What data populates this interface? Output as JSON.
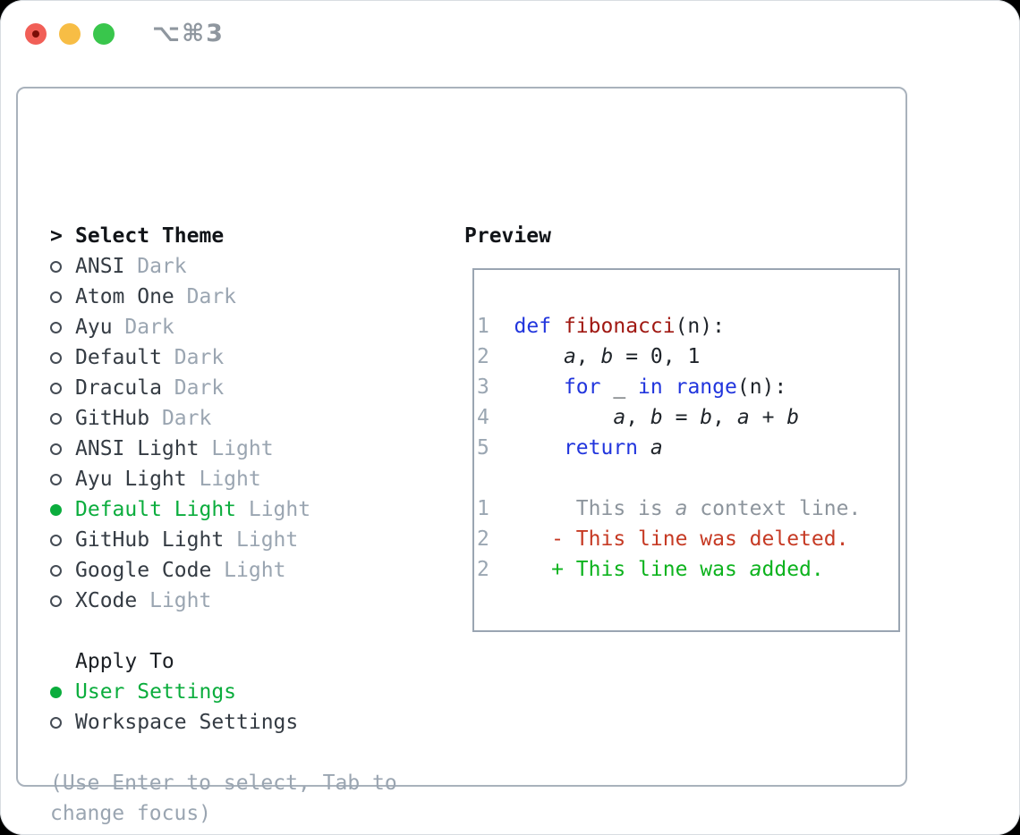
{
  "window": {
    "title": "⌥⌘3",
    "traffic_lights": [
      "close",
      "minimize",
      "zoom"
    ]
  },
  "colors": {
    "selection_green": "#0bad3d",
    "added_green": "#0db31e",
    "keyword_blue": "#2135dd",
    "function_red": "#a01812",
    "deleted_red": "#c63a24",
    "muted_gray": "#9aa5b1",
    "context_gray": "#8d959d",
    "text_dark": "#343b43",
    "panel_border": "#a9b2bc"
  },
  "theme_menu": {
    "prompt": ">",
    "header": "Select Theme",
    "items": [
      {
        "name": "ANSI",
        "variant": "Dark",
        "selected": false
      },
      {
        "name": "Atom One",
        "variant": "Dark",
        "selected": false
      },
      {
        "name": "Ayu",
        "variant": "Dark",
        "selected": false
      },
      {
        "name": "Default",
        "variant": "Dark",
        "selected": false
      },
      {
        "name": "Dracula",
        "variant": "Dark",
        "selected": false
      },
      {
        "name": "GitHub",
        "variant": "Dark",
        "selected": false
      },
      {
        "name": "ANSI Light",
        "variant": "Light",
        "selected": false
      },
      {
        "name": "Ayu Light",
        "variant": "Light",
        "selected": false
      },
      {
        "name": "Default Light",
        "variant": "Light",
        "selected": true
      },
      {
        "name": "GitHub Light",
        "variant": "Light",
        "selected": false
      },
      {
        "name": "Google Code",
        "variant": "Light",
        "selected": false
      },
      {
        "name": "XCode",
        "variant": "Light",
        "selected": false
      }
    ]
  },
  "apply_to": {
    "header": "Apply To",
    "options": [
      {
        "name": "User Settings",
        "selected": true
      },
      {
        "name": "Workspace Settings",
        "selected": false
      }
    ]
  },
  "hint": {
    "lines": [
      "(Use Enter to select, Tab to",
      "change focus)"
    ]
  },
  "preview": {
    "title": "Preview",
    "lines": [
      [
        {
          "t": "1  ",
          "s": "num"
        },
        {
          "t": "def",
          "s": "kw"
        },
        {
          "t": " ",
          "s": "code"
        },
        {
          "t": "fibonacci",
          "s": "fn"
        },
        {
          "t": "(n):",
          "s": "code"
        }
      ],
      [
        {
          "t": "2  ",
          "s": "num"
        },
        {
          "t": "    ",
          "s": "code"
        },
        {
          "t": "a",
          "s": "var"
        },
        {
          "t": ", ",
          "s": "code"
        },
        {
          "t": "b",
          "s": "var"
        },
        {
          "t": " = 0, 1",
          "s": "code"
        }
      ],
      [
        {
          "t": "3  ",
          "s": "num"
        },
        {
          "t": "    ",
          "s": "code"
        },
        {
          "t": "for",
          "s": "kw"
        },
        {
          "t": " _ ",
          "s": "code"
        },
        {
          "t": "in",
          "s": "kw"
        },
        {
          "t": " ",
          "s": "code"
        },
        {
          "t": "range",
          "s": "kw"
        },
        {
          "t": "(n):",
          "s": "code"
        }
      ],
      [
        {
          "t": "4  ",
          "s": "num"
        },
        {
          "t": "        ",
          "s": "code"
        },
        {
          "t": "a",
          "s": "var"
        },
        {
          "t": ", ",
          "s": "code"
        },
        {
          "t": "b",
          "s": "var"
        },
        {
          "t": " = ",
          "s": "code"
        },
        {
          "t": "b",
          "s": "var"
        },
        {
          "t": ", ",
          "s": "code"
        },
        {
          "t": "a",
          "s": "var"
        },
        {
          "t": " + ",
          "s": "code"
        },
        {
          "t": "b",
          "s": "var"
        }
      ],
      [
        {
          "t": "5  ",
          "s": "num"
        },
        {
          "t": "    ",
          "s": "code"
        },
        {
          "t": "return",
          "s": "kw"
        },
        {
          "t": " ",
          "s": "code"
        },
        {
          "t": "a",
          "s": "var"
        }
      ],
      [],
      [
        {
          "t": "1  ",
          "s": "num"
        },
        {
          "t": "     This is ",
          "s": "ctx"
        },
        {
          "t": "a",
          "s": "ctxv"
        },
        {
          "t": " context line.",
          "s": "ctx"
        }
      ],
      [
        {
          "t": "2  ",
          "s": "num"
        },
        {
          "t": "   ",
          "s": "code"
        },
        {
          "t": "- This line was deleted.",
          "s": "del"
        }
      ],
      [
        {
          "t": "2  ",
          "s": "num"
        },
        {
          "t": "   ",
          "s": "code"
        },
        {
          "t": "+ This line was ",
          "s": "add"
        },
        {
          "t": "a",
          "s": "addv"
        },
        {
          "t": "dded.",
          "s": "add"
        }
      ]
    ]
  }
}
